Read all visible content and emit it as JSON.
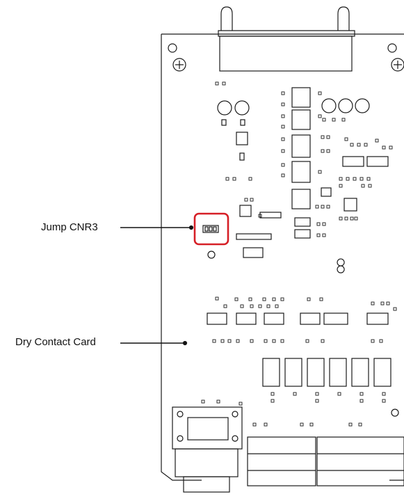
{
  "diagram": {
    "callouts": [
      {
        "id": "jump",
        "label": "Jump CNR3"
      },
      {
        "id": "dry",
        "label": "Dry Contact Card"
      }
    ],
    "colors": {
      "outline": "#1a1a1a",
      "highlight": "#d61f26",
      "background": "#ffffff"
    }
  }
}
